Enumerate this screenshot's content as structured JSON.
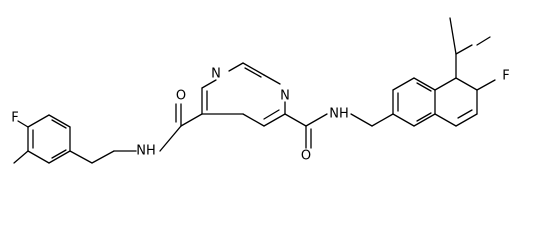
{
  "molecule": {
    "labels": {
      "f_left": "F",
      "f_right": "F",
      "n_ring_left": "N",
      "n_ring_top": "N",
      "o_left": "O",
      "o_right": "O",
      "nh_left": "NH",
      "nh_right": "NH"
    }
  }
}
